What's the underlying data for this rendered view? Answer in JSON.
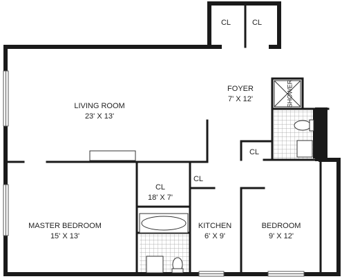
{
  "rooms": {
    "living": {
      "name": "LIVING ROOM",
      "size": "23' X 13'"
    },
    "foyer": {
      "name": "FOYER",
      "size": "7' X 12'"
    },
    "master": {
      "name": "MASTER BEDROOM",
      "size": "15' X 13'"
    },
    "hall_closet": {
      "name": "CL",
      "size": "18' X 7'"
    },
    "kitchen": {
      "name": "KITCHEN",
      "size": "6' X 9'"
    },
    "bedroom": {
      "name": "BEDROOM",
      "size": "9' X 12'"
    }
  },
  "labels": {
    "closet_top_left": "CL",
    "closet_top_right": "CL",
    "closet_bath": "CL",
    "closet_kitchen": "CL",
    "shower": "SHOWER"
  },
  "colors": {
    "wall": "#1a1a1a",
    "tile": "#dedede",
    "fixture": "#ffffff"
  }
}
